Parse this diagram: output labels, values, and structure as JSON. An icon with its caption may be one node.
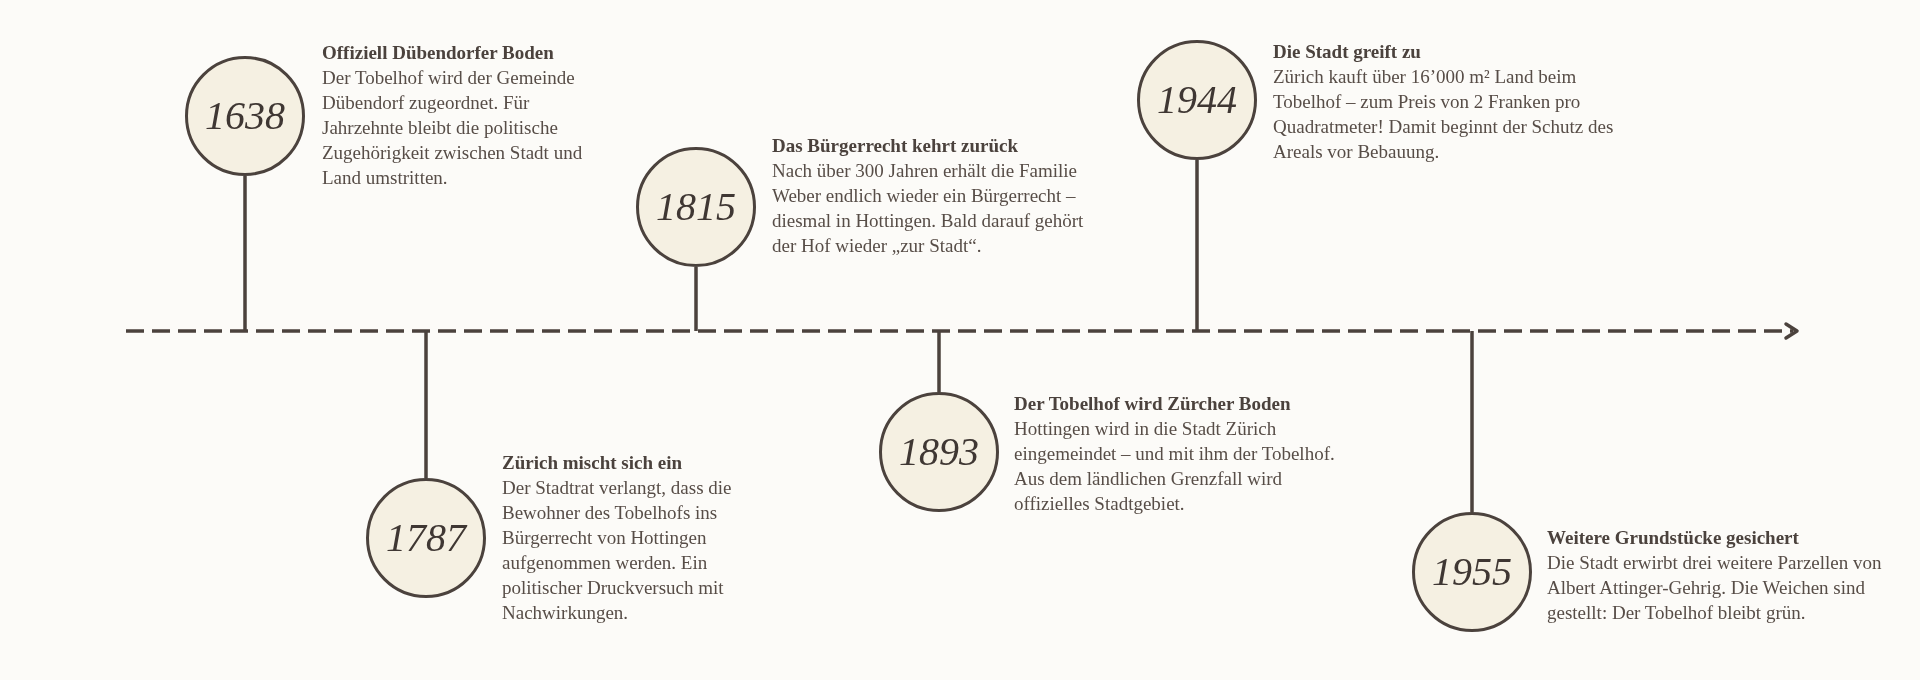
{
  "diagram": {
    "nodes": [
      {
        "text": [
          "1638"
        ],
        "beside": [
          "Offiziell Dübendorfer Boden",
          "Der Tobelhof wird der Gemeinde Dübendorf zugeordnet. Für Jahrzehnte bleibt die politische Zugehörigkeit zwischen Stadt und Land umstritten."
        ]
      },
      {
        "text": [
          "1787"
        ],
        "beside": [
          "Zürich mischt sich ein",
          "Der Stadtrat verlangt, dass die Bewohner des Tobelhofs ins Bürgerrecht von Hottingen aufgenommen werden. Ein politischer Druckversuch mit Nachwirkungen."
        ]
      },
      {
        "text": [
          "1815"
        ],
        "beside": [
          "Das Bürgerrecht kehrt zurück",
          "Nach über 300 Jahren erhält die Familie Weber endlich wieder ein Bürgerrecht – diesmal in Hottingen. Bald darauf gehört der Hof wieder „zur Stadt“."
        ]
      },
      {
        "text": [
          "1893"
        ],
        "beside": [
          "Der Tobelhof wird Zürcher Boden",
          "Hottingen wird in die Stadt Zürich eingemeindet – und mit ihm der Tobelhof. Aus dem ländlichen Grenzfall wird offizielles Stadtgebiet."
        ]
      },
      {
        "text": [
          "1944"
        ],
        "beside": [
          "Die Stadt greift zu",
          "Zürich kauft über 16’000 m² Land beim Tobelhof – zum Preis von 2 Franken pro Quadratmeter! Damit beginnt der Schutz des Areals vor Bebauung."
        ]
      },
      {
        "text": [
          "1955"
        ],
        "beside": [
          "Weitere Grundstücke gesichert",
          "Die Stadt erwirbt drei weitere Parzellen von Albert Attinger-Gehrig. Die Weichen sind gestellt: Der Tobelhof bleibt grün."
        ]
      }
    ],
    "edges": [
      {
        "from": 0,
        "to": null,
        "arrow": "none"
      },
      {
        "from": 1,
        "to": null,
        "arrow": "none"
      },
      {
        "from": 2,
        "to": null,
        "arrow": "none"
      },
      {
        "from": 3,
        "to": null,
        "arrow": "none"
      },
      {
        "from": 4,
        "to": null,
        "arrow": "none"
      },
      {
        "from": 5,
        "to": null,
        "arrow": "none"
      }
    ]
  }
}
